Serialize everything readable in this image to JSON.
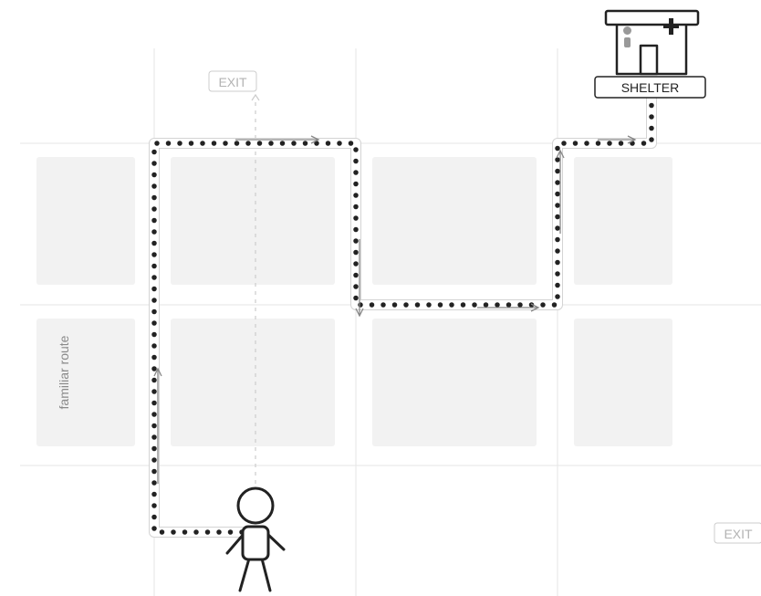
{
  "labels": {
    "exit_top": "EXIT",
    "exit_right": "EXIT",
    "shelter": "SHELTER",
    "route": "familiar route"
  },
  "colors": {
    "background": "#ffffff",
    "street_line": "#e6e6e6",
    "block_fill": "#f2f2f2",
    "route_dots": "#222222",
    "route_band": "#ffffff",
    "route_band_edge": "#d4d4d4",
    "arrow": "#888888",
    "exit_text": "#b3b3b3",
    "exit_border": "#cccccc",
    "dash_line": "#cccccc",
    "icon_stroke": "#222222",
    "route_label": "#8a8a8a"
  },
  "icons": {
    "person": "person-figure-icon",
    "shelter": "shelter-building-icon"
  }
}
